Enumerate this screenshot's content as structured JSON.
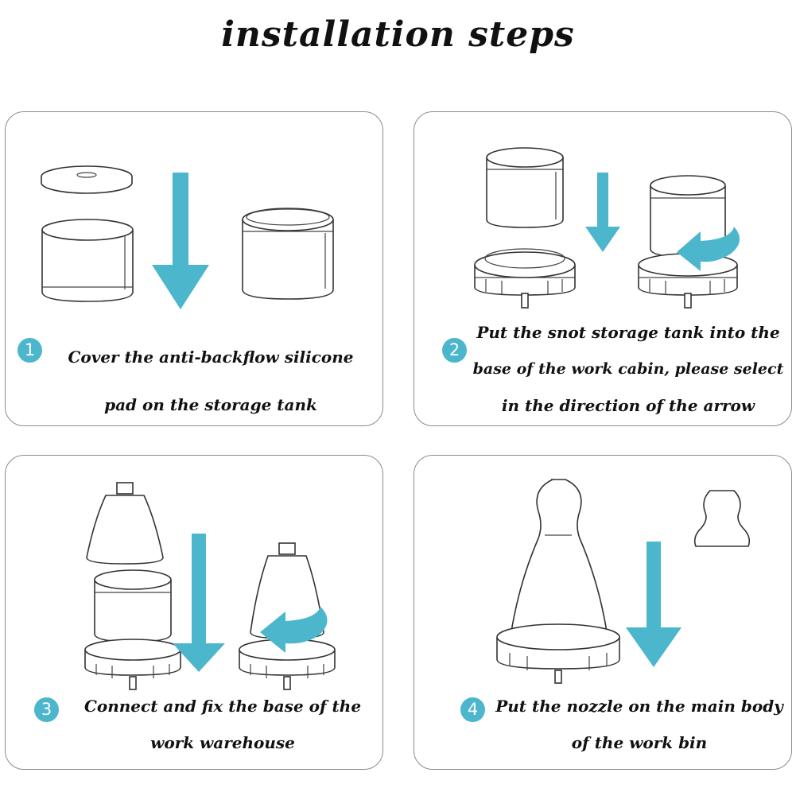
{
  "title": "installation steps",
  "accent_color": "#4bb6cc",
  "steps": [
    {
      "number": "1",
      "lines": [
        "Cover the anti-backflow silicone",
        "pad on the storage tank"
      ]
    },
    {
      "number": "2",
      "lines": [
        "Put the snot storage tank into the",
        "base of the work cabin, please select",
        "in the direction of the arrow"
      ]
    },
    {
      "number": "3",
      "lines": [
        "Connect and fix the base of the",
        "work warehouse"
      ]
    },
    {
      "number": "4",
      "lines": [
        "Put the nozzle on the main body",
        "of the work bin"
      ]
    }
  ]
}
